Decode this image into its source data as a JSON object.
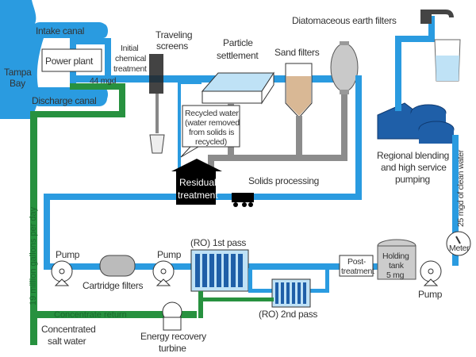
{
  "diagram": {
    "title": "Desalination plant process flow",
    "labels": {
      "tampa_bay": [
        "Tampa",
        "Bay"
      ],
      "intake_canal": "Intake canal",
      "power_plant": "Power plant",
      "discharge_canal": "Discharge canal",
      "flow_44": "44 mgd",
      "initial_chemical": [
        "Initial",
        "chemical",
        "treatment"
      ],
      "traveling_screens": [
        "Traveling",
        "screens"
      ],
      "particle_settlement": [
        "Particle",
        "settlement"
      ],
      "sand_filters": "Sand filters",
      "diatomaceous": "Diatomaceous earth filters",
      "recycled_water": [
        "Recycled water",
        "(water removed",
        "from solids is",
        "recycled)"
      ],
      "residual_treatment": [
        "Residual",
        "treatment"
      ],
      "solids_processing": "Solids processing",
      "regional_blending": [
        "Regional blending",
        "and high service",
        "pumping"
      ],
      "clean_water": "25 mgd of clean water",
      "meter": "Meter",
      "pump_1": "Pump",
      "pump_2": "Pump",
      "pump_3": "Pump",
      "cartridge_filters": "Cartridge filters",
      "ro_first": "(RO) 1st pass",
      "ro_second": "(RO) 2nd pass",
      "post_treatment": [
        "Post-",
        "treatment"
      ],
      "holding_tank": [
        "Holding",
        "tank",
        "5 mg"
      ],
      "million_gallons": "19 million gallons per day",
      "concentrate_return": "Concentrate return",
      "concentrated_salt": [
        "Concentrated",
        "salt water"
      ],
      "energy_recovery": [
        "Energy recovery",
        "turbine"
      ]
    },
    "colors": {
      "water": "#2a9be0",
      "concentrate": "#27913f",
      "solids": "#8c8c8c",
      "equipment_blue": "#1f5fa8"
    }
  }
}
